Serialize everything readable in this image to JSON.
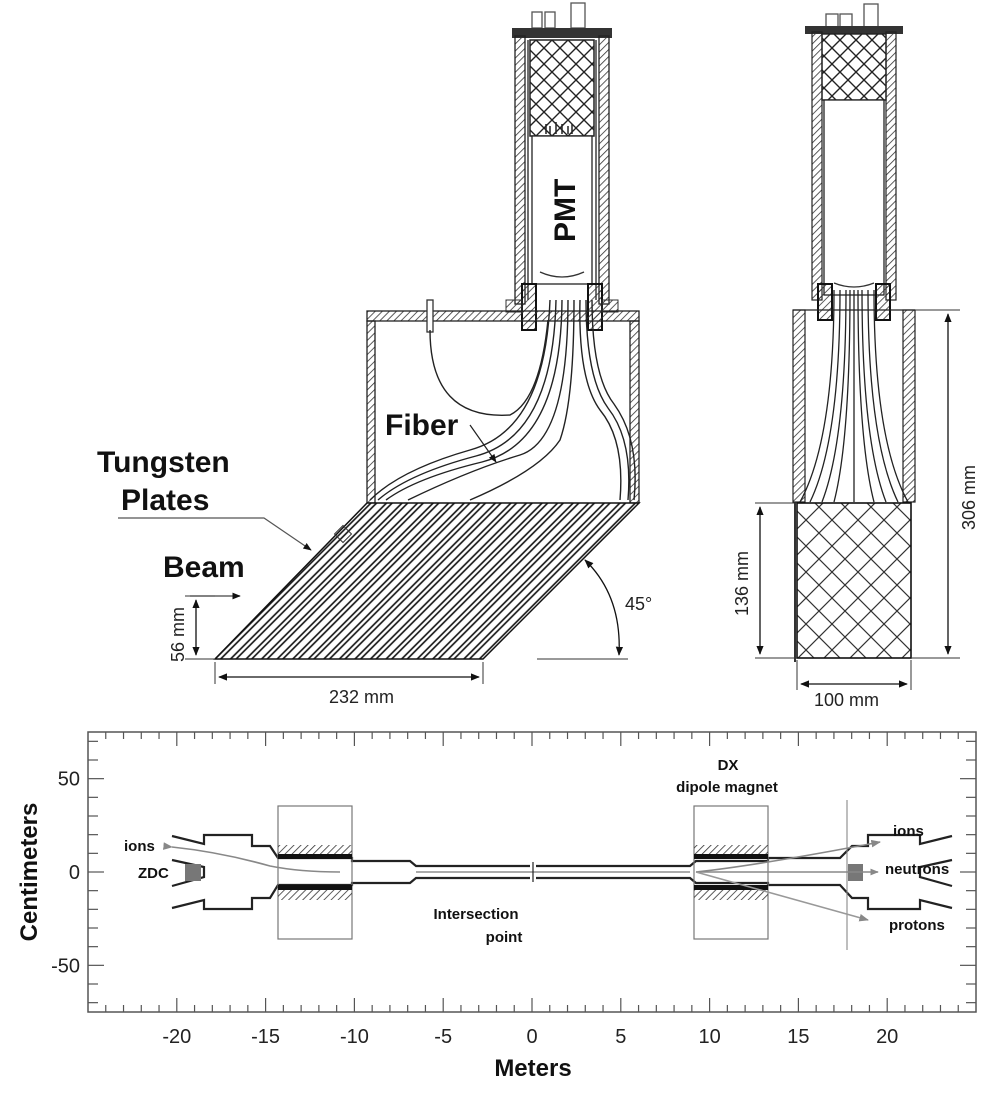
{
  "figure": {
    "top_left": {
      "labels": {
        "pmt": "PMT",
        "fiber": "Fiber",
        "tungsten_plates": [
          "Tungsten",
          "Plates"
        ],
        "beam": "Beam"
      },
      "dimensions": {
        "height": "56 mm",
        "length": "232 mm",
        "angle": "45°"
      }
    },
    "top_right": {
      "dimensions": {
        "total_height": "306 mm",
        "module_height": "136 mm",
        "width": "100 mm"
      }
    },
    "bottom": {
      "labels": {
        "dx": "DX",
        "dipole_magnet": "dipole magnet",
        "ions_left": "ions",
        "zdc": "ZDC",
        "intersection": [
          "Intersection",
          "point"
        ],
        "ions_right": "ions",
        "neutrons": "neutrons",
        "protons": "protons"
      },
      "x_axis": {
        "label": "Meters",
        "range": [
          -25,
          25
        ],
        "ticks": [
          "-20",
          "-15",
          "-10",
          "-5",
          "0",
          "5",
          "10",
          "15",
          "20"
        ],
        "tick_values": [
          -20,
          -15,
          -10,
          -5,
          0,
          5,
          10,
          15,
          20
        ]
      },
      "y_axis": {
        "label": "Centimeters",
        "range": [
          -75,
          75
        ],
        "ticks": [
          "50",
          "0",
          "-50"
        ],
        "tick_values": [
          50,
          0,
          -50
        ]
      }
    }
  }
}
